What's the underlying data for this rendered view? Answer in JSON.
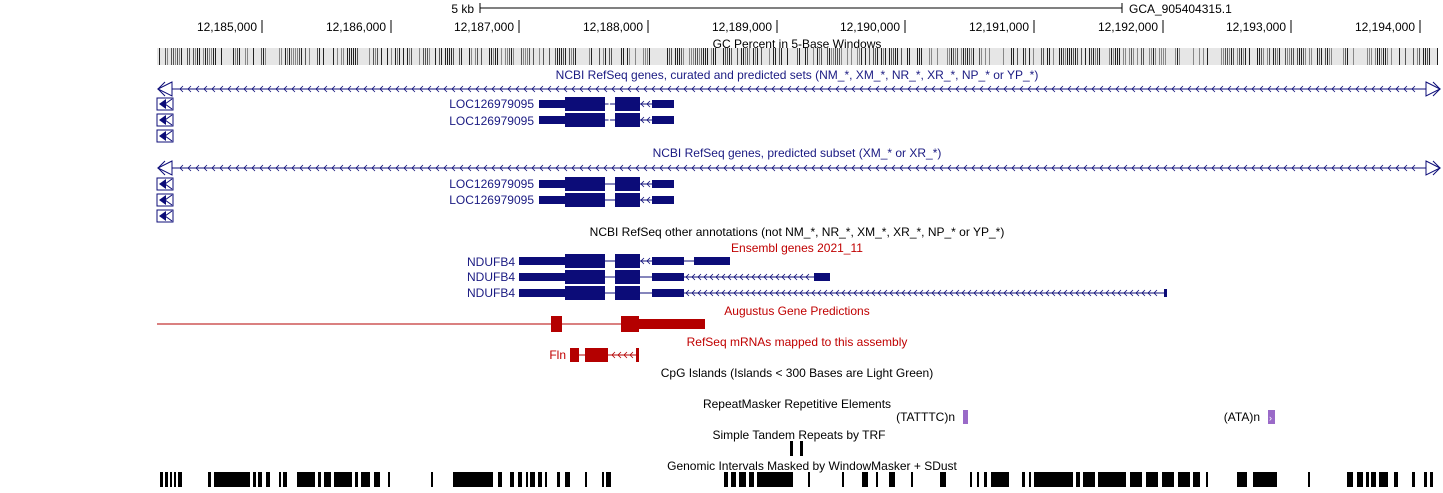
{
  "scale": {
    "label": "5 kb",
    "assembly": "GCA_905404315.1"
  },
  "ruler": {
    "ticks": [
      "12,185,000",
      "12,186,000",
      "12,187,000",
      "12,188,000",
      "12,189,000",
      "12,190,000",
      "12,191,000",
      "12,192,000",
      "12,193,000",
      "12,194,000"
    ]
  },
  "tracks": {
    "gc_percent": {
      "title": "GC Percent in 5-Base Windows"
    },
    "refseq_all": {
      "title": "NCBI RefSeq genes, curated and predicted sets (NM_*, XM_*, NR_*, XR_*, NP_* or YP_*)",
      "genes": [
        "LOC126979095",
        "LOC126979095"
      ]
    },
    "refseq_predicted": {
      "title": "NCBI RefSeq genes, predicted subset (XM_* or XR_*)",
      "genes": [
        "LOC126979095",
        "LOC126979095"
      ]
    },
    "refseq_other": {
      "title": "NCBI RefSeq other annotations (not NM_*, NR_*, XM_*, XR_*, NP_* or YP_*)"
    },
    "ensembl": {
      "title": "Ensembl genes 2021_11",
      "genes": [
        "NDUFB4",
        "NDUFB4",
        "NDUFB4"
      ]
    },
    "augustus": {
      "title": "Augustus Gene Predictions"
    },
    "refseq_mrna": {
      "title": "RefSeq mRNAs mapped to this assembly",
      "genes": [
        "Fln"
      ]
    },
    "cpg": {
      "title": "CpG Islands (Islands < 300 Bases are Light Green)"
    },
    "repeatmasker": {
      "title": "RepeatMasker Repetitive Elements",
      "items": [
        "(TATTTC)n",
        "(ATA)n"
      ]
    },
    "trf": {
      "title": "Simple Tandem Repeats by TRF"
    },
    "windowmasker": {
      "title": "Genomic Intervals Masked by WindowMasker + SDust"
    }
  },
  "colors": {
    "refseq": "#0c0c78",
    "ensembl_red": "#b40000",
    "repeat_purple": "#9a6ac8",
    "label_blue": "#1a1a82",
    "label_red": "#c00000"
  }
}
